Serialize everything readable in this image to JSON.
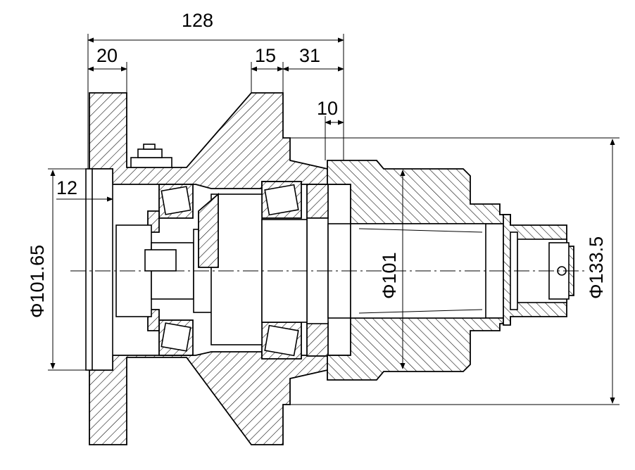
{
  "dimensions": {
    "overall_length": "128",
    "flange_width": "20",
    "rib_width": "15",
    "hub_offset": "31",
    "collar_step": "10",
    "recess_depth": "12",
    "bore_diameter": "Φ101.65",
    "taper_diameter": "Φ101",
    "housing_diameter": "Φ133.5"
  },
  "colors": {
    "line": "#000000",
    "background": "#ffffff"
  }
}
